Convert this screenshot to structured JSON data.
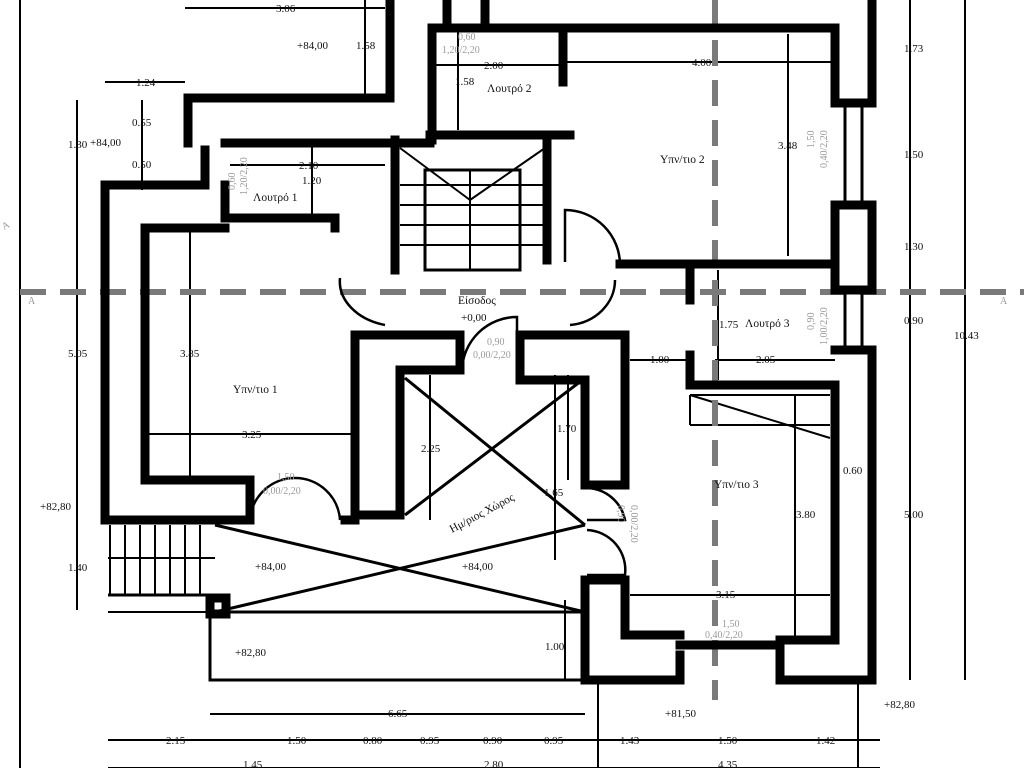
{
  "rooms": {
    "bedroom1": "Υπν/τιο 1",
    "bedroom2": "Υπν/τιο 2",
    "bedroom3": "Υπν/τιο 3",
    "bath1": "Λουτρό 1",
    "bath2": "Λουτρό 2",
    "bath3": "Λουτρό 3",
    "entrance": "Είσοδος",
    "semi_open": "Ημ/ριος Χώρος"
  },
  "levels": {
    "top": "+84,00",
    "left": "+84,00",
    "entrance": "+0,00",
    "left_low": "+82,80",
    "terrace_left": "+84,00",
    "terrace_right": "+84,00",
    "bottom_left": "+82,80",
    "bottom_mid": "+81,50",
    "bottom_right": "+82,80"
  },
  "openings": {
    "bath2_window_w": "0,60",
    "bath2_window_h": "1,20/2,20",
    "bath1_window_w": "0,60",
    "bath1_window_h": "1,20/2,20",
    "bed2_window_w": "1,50",
    "bed2_window_h": "0,40/2,20",
    "bath3_window_w": "0,90",
    "bath3_window_h": "1,00/2,20",
    "entry_door_w": "0,90",
    "entry_door_h": "0,00/2,20",
    "bed1_door_w": "1,50",
    "bed1_door_h": "0,00/2,20",
    "side_door_w": "0,90",
    "side_door_h": "0,00/2,20",
    "bed3_window_w": "1,50",
    "bed3_window_h": "0,40/2,20"
  },
  "dimensions": {
    "d_306": "3.06",
    "d_158a": "1.58",
    "d_124": "1.24",
    "d_055": "0.55",
    "d_130a": "1.30",
    "d_050": "0.50",
    "d_210": "2.10",
    "d_120": "1.20",
    "d_200": "2.00",
    "d_158b": "1.58",
    "d_400": "4.00",
    "d_348": "3.48",
    "d_173": "1.73",
    "d_150r": "1.50",
    "d_130r": "1.30",
    "d_090r": "0.90",
    "d_1043": "10.43",
    "d_505": "5.05",
    "d_385": "3.85",
    "d_325": "3.25",
    "d_225": "2.25",
    "d_170": "1.70",
    "d_165": "1.65",
    "d_175": "1.75",
    "d_100a": "1.00",
    "d_205": "2.05",
    "d_060": "0.60",
    "d_380": "3.80",
    "d_500": "5.00",
    "d_315": "3.15",
    "d_140": "1.40",
    "d_100b": "1.00",
    "d_665": "6.65",
    "b_215": "2.15",
    "b_150a": "1.50",
    "b_080": "0.80",
    "b_095a": "0.95",
    "b_090": "0.90",
    "b_095b": "0.95",
    "b_143": "1.43",
    "b_150b": "1.50",
    "b_142": "1.42",
    "c_145": "1.45",
    "c_280": "2.80",
    "c_435": "4.35"
  },
  "section_marks": {
    "left": "A",
    "right": "A",
    "left_edge": "A"
  }
}
